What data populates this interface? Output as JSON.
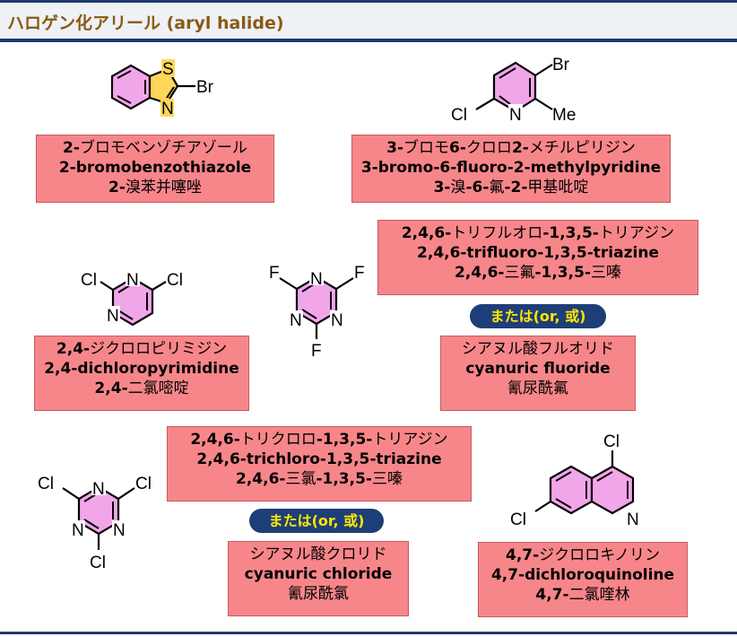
{
  "header": {
    "title": "ハロゲン化アリール (aryl halide)"
  },
  "compounds": {
    "bromobenzothiazole": {
      "atoms": {
        "s": "S",
        "n": "N",
        "br": "Br"
      },
      "ja_num": "2-",
      "ja_name": "ブロモベンゾチアゾール",
      "en": "2-bromobenzothiazole",
      "zh_num": "2-",
      "zh_name": "溴苯并噻唑"
    },
    "bromochloromethylpyridine": {
      "atoms": {
        "br": "Br",
        "cl": "Cl",
        "n": "N",
        "me": "Me"
      },
      "ja_p1": "3-",
      "ja_t1": "ブロモ",
      "ja_p2": "6-",
      "ja_t2": "クロロ",
      "ja_p3": "2-",
      "ja_t3": "メチルピリジン",
      "en": "3-bromo-6-fluoro-2-methylpyridine",
      "zh_p1": "3-",
      "zh_t1": "溴",
      "zh_p2": "-6-",
      "zh_t2": "氟",
      "zh_p3": "-2-",
      "zh_t3": "甲基吡啶"
    },
    "trifluorotriazine": {
      "atoms": {
        "f": "F",
        "n": "N"
      },
      "ja_p1": "2,4,6-",
      "ja_t1": "トリフルオロ",
      "ja_p2": "-1,3,5-",
      "ja_t2": "トリアジン",
      "en": "2,4,6-trifluoro-1,3,5-triazine",
      "zh_p1": "2,4,6-",
      "zh_t1": "三氟",
      "zh_p2": "-1,3,5-",
      "zh_t2": "三嗪",
      "or_label": "または(or, 或)",
      "alt_ja": "シアヌル酸フルオリド",
      "alt_en": "cyanuric fluoride",
      "alt_zh": "氰尿酰氟"
    },
    "dichloropyrimidine": {
      "atoms": {
        "cl": "Cl",
        "n": "N"
      },
      "ja_num": "2,4-",
      "ja_name": "ジクロロピリミジン",
      "en": "2,4-dichloropyrimidine",
      "zh_num": "2,4-",
      "zh_name": "二氯嘧啶"
    },
    "trichlorotriazine": {
      "atoms": {
        "cl": "Cl",
        "n": "N"
      },
      "ja_p1": "2,4,6-",
      "ja_t1": "トリクロロ",
      "ja_p2": "-1,3,5-",
      "ja_t2": "トリアジン",
      "en": "2,4,6-trichloro-1,3,5-triazine",
      "zh_p1": "2,4,6-",
      "zh_t1": "三氯",
      "zh_p2": "-1,3,5-",
      "zh_t2": "三嗪",
      "or_label": "または(or, 或)",
      "alt_ja": "シアヌル酸クロリド",
      "alt_en": "cyanuric chloride",
      "alt_zh": "氰尿酰氯"
    },
    "dichloroquinoline": {
      "atoms": {
        "cl": "Cl",
        "n": "N"
      },
      "ja_num": "4,7-",
      "ja_name": "ジクロロキノリン",
      "en": "4,7-dichloroquinoline",
      "zh_num": "4,7-",
      "zh_name": "二氯喹林"
    }
  },
  "colors": {
    "box": "#f7868a",
    "ring": "#f2a6ea",
    "thiazole": "#fdd65a",
    "pill": "#1e3e78",
    "pill_text": "#ffe600",
    "rule": "#1f3a6e",
    "header_text": "#8a5a12"
  }
}
